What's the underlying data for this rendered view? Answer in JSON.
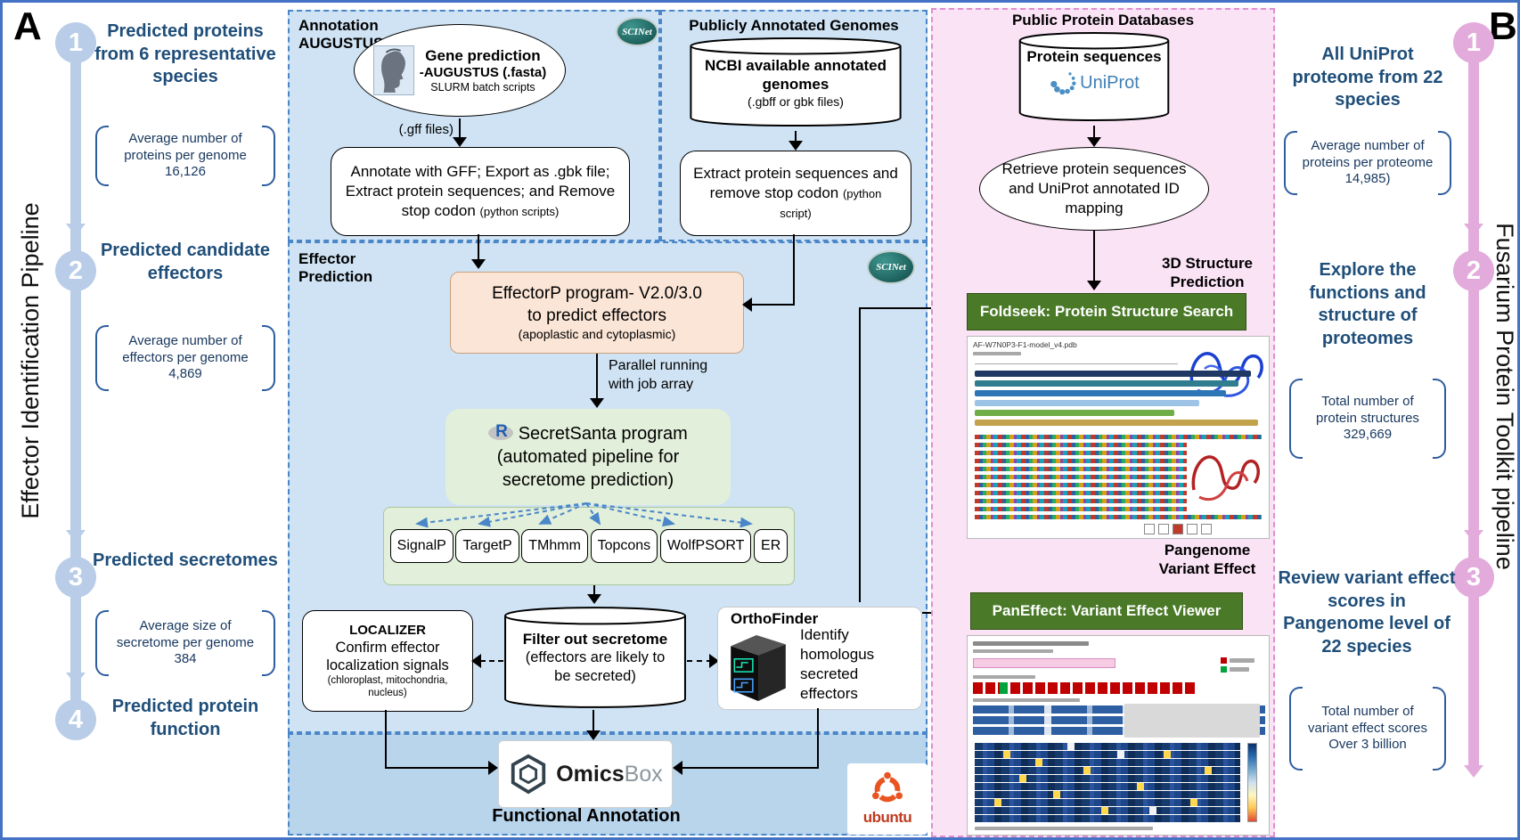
{
  "colors": {
    "outer_border_blue": "#4472c4",
    "panel_blue_bg": "#cfe3f4",
    "panel_blue_deep": "#b9d5ec",
    "panel_pink_bg": "#fbe3f6",
    "pink_border": "#de8ed0",
    "banner_green": "#4a7a28",
    "effectorp_fill": "#fbe5d6",
    "secretsanta_fill": "#e2efda",
    "timeline_blue": "#b9cde8",
    "timeline_pink": "#e3abdc",
    "step_text_blue": "#1f4e79",
    "scinet_teal": "#0f4a46",
    "ubuntu_orange": "#e95420"
  },
  "panel_a": {
    "label": "A",
    "vertical_title": "Effector Identification Pipeline",
    "steps": [
      {
        "num": "1",
        "title": "Predicted proteins from 6 representative species",
        "note": "Average number of proteins per genome 16,126"
      },
      {
        "num": "2",
        "title": "Predicted candidate effectors",
        "note": "Average number of effectors per genome 4,869"
      },
      {
        "num": "3",
        "title": "Predicted secretomes",
        "note": "Average size of secretome per genome 384"
      },
      {
        "num": "4",
        "title": "Predicted protein function"
      }
    ]
  },
  "annotation_box": {
    "label_line1": "Annotation",
    "label_line2": "AUGUSTUS",
    "scinet": "SCINet",
    "ellipse_title": "Gene prediction",
    "ellipse_subtitle": "-AUGUSTUS (.fasta)",
    "ellipse_note": "SLURM batch scripts",
    "arrow_label": "(.gff files)",
    "process": "Annotate with GFF; Export as .gbk file; Extract protein sequences; and Remove stop codon ",
    "process_note": "(python scripts)"
  },
  "public_genomes_box": {
    "label": "Publicly Annotated Genomes",
    "db_title": "NCBI available annotated genomes",
    "db_subtitle": "(.gbff or gbk files)",
    "process": "Extract protein sequences and remove stop codon ",
    "process_note": "(python script)"
  },
  "effector_prediction_box": {
    "label_line1": "Effector",
    "label_line2": "Prediction",
    "scinet": "SCINet",
    "effectorp_line1": "EffectorP program- V2.0/3.0",
    "effectorp_line2": "to predict effectors",
    "effectorp_note": "(apoplastic and cytoplasmic)",
    "parallel_note_line1": "Parallel running",
    "parallel_note_line2": "with job array",
    "r_logo": "R",
    "secretsanta_line1": "SecretSanta program",
    "secretsanta_line2": "(automated pipeline for secretome prediction)",
    "tools": [
      "SignalP",
      "TargetP",
      "TMhmm",
      "Topcons",
      "WolfPSORT",
      "ER"
    ],
    "localizer_title": "LOCALIZER",
    "localizer_text": "Confirm effector localization signals",
    "localizer_note": "(chloroplast, mitochondria, nucleus)",
    "filter_title": "Filter out secretome",
    "filter_text": "(effectors are likely to be secreted)",
    "orthofinder_title": "OrthoFinder",
    "orthofinder_text": "Identify homologus secreted effectors"
  },
  "functional_annotation": {
    "label": "Functional Annotation",
    "omics": "Omics",
    "box": "Box",
    "ubuntu": "ubuntu"
  },
  "toolkit_flow": {
    "header": "Public Protein Databases",
    "db_title": "Protein sequences",
    "uniprot": "UniProt",
    "retrieve_text": "Retrieve protein sequences and UniProt annotated ID mapping",
    "structure_label_line1": "3D Structure",
    "structure_label_line2": "Prediction",
    "foldseek_banner": "Foldseek: Protein Structure Search",
    "foldseek_filename": "AF-W7N0P3-F1-model_v4.pdb",
    "pangenome_label_line1": "Pangenome",
    "pangenome_label_line2": "Variant Effect",
    "paneffect_banner": "PanEffect: Variant Effect Viewer"
  },
  "panel_b": {
    "label": "B",
    "vertical_title": "Fusarium Protein Toolkit pipeline",
    "steps": [
      {
        "num": "1",
        "title": "All UniProt proteome from 22 species",
        "note": "Average number of proteins per proteome 14,985)"
      },
      {
        "num": "2",
        "title": "Explore the functions and structure of proteomes",
        "note": "Total number of protein structures 329,669"
      },
      {
        "num": "3",
        "title": "Review variant effect scores in Pangenome level of 22 species",
        "note": "Total number of variant effect scores Over 3 billion"
      }
    ]
  }
}
